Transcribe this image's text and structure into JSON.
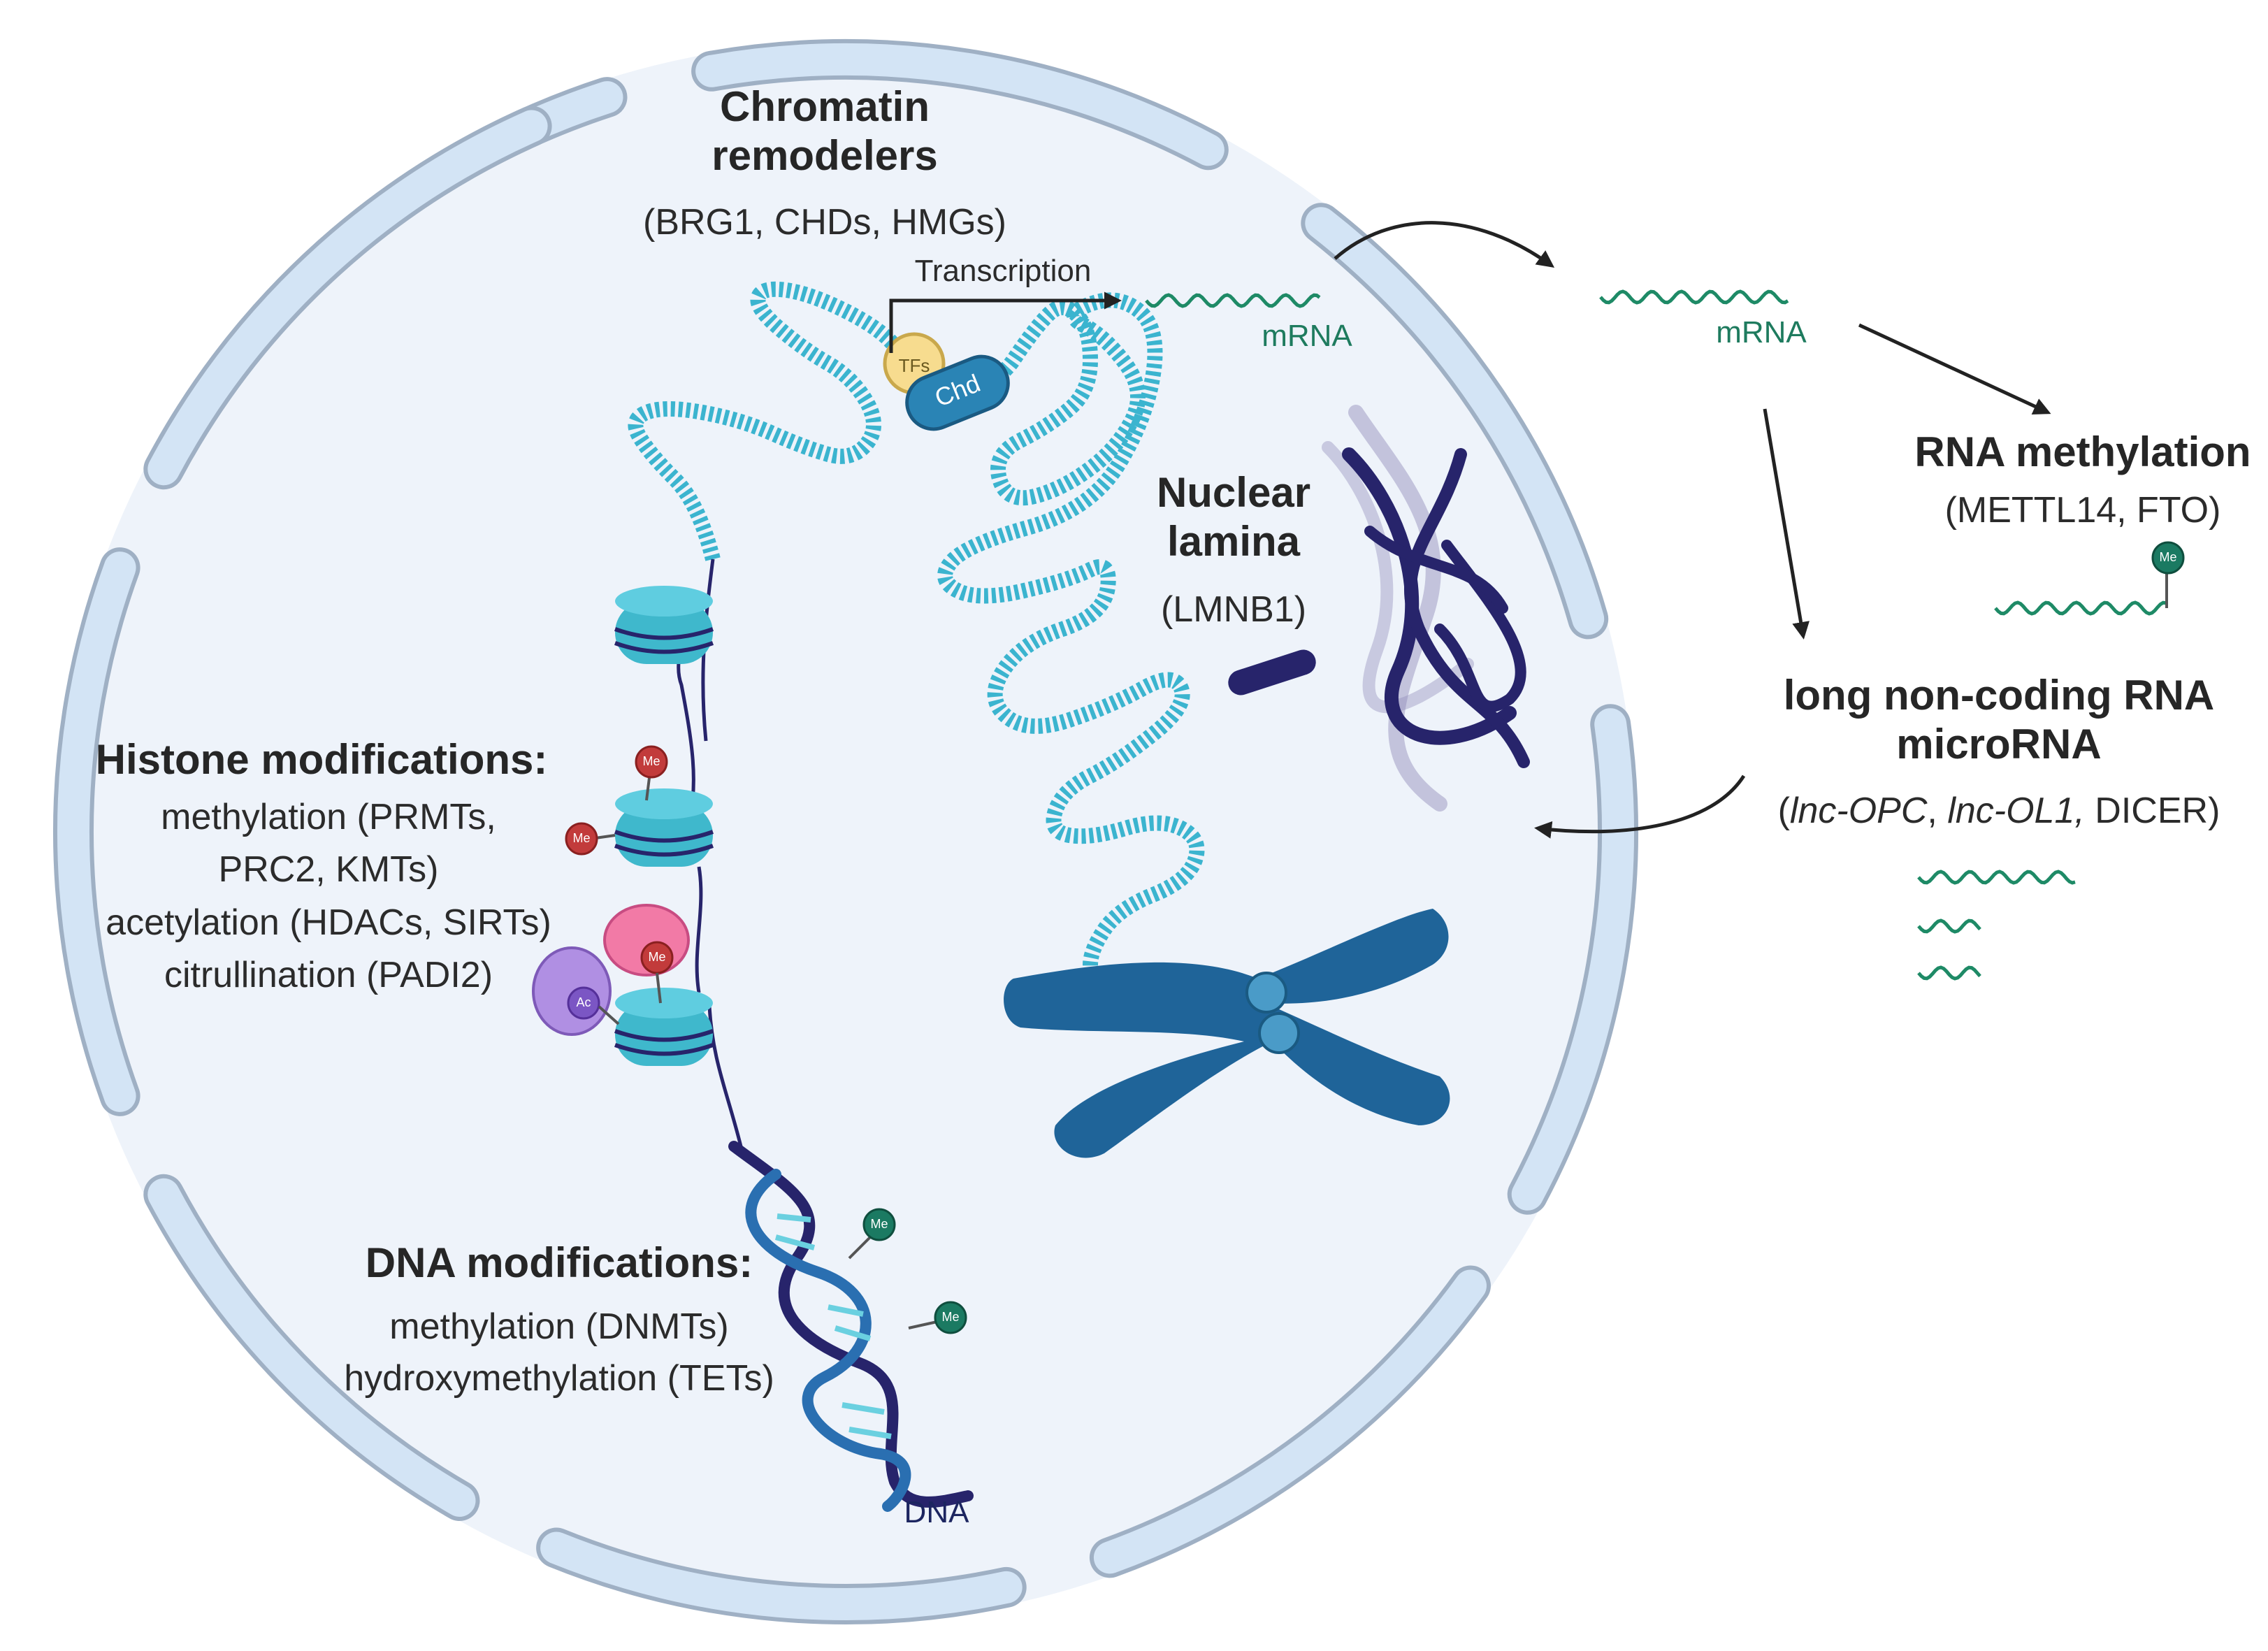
{
  "chromatin_remodelers": {
    "title_line1": "Chromatin",
    "title_line2": "remodelers",
    "examples": "(BRG1, CHDs, HMGs)"
  },
  "transcription": {
    "label": "Transcription",
    "tfs_label": "TFs",
    "chd_label": "Chd",
    "mrna_inside": "mRNA",
    "mrna_outside": "mRNA"
  },
  "nuclear_lamina": {
    "title_line1": "Nuclear",
    "title_line2": "lamina",
    "examples": "(LMNB1)"
  },
  "histone_modifications": {
    "title": "Histone modifications:",
    "line1": "methylation (PRMTs,",
    "line2": "PRC2, KMTs)",
    "line3": "acetylation (HDACs, SIRTs)",
    "line4": "citrullination (PADI2)",
    "me_mark": "Me",
    "ac_mark": "Ac"
  },
  "dna_modifications": {
    "title": "DNA modifications:",
    "line1": "methylation (DNMTs)",
    "line2": "hydroxymethylation (TETs)",
    "dna_label": "DNA",
    "me_mark": "Me"
  },
  "rna_methylation": {
    "title": "RNA methylation",
    "examples": "(METTL14, FTO)",
    "me_mark": "Me"
  },
  "noncoding_rna": {
    "title_line1": "long non-coding RNA",
    "title_line2": "microRNA",
    "examples_open": "(",
    "examples_italic1": "lnc-OPC",
    "examples_sep": ", ",
    "examples_italic2": "lnc-OL1,",
    "examples_rest": " DICER)"
  },
  "colors": {
    "nucleoplasm": "#eef3fa",
    "envelope": "#d3e4f5",
    "envelope_stroke": "#9fb0c4",
    "chromatin_bead": "#3bb4cf",
    "nucleosome": "#3fb8cc",
    "chromosome": "#1f6499",
    "lamina": "#27246b",
    "mrna": "#1e8a66",
    "methyl_red": "#c23b3b",
    "methyl_green": "#1b7a62",
    "acetyl_purple": "#9a72d6",
    "pink_enzyme": "#f27aa6",
    "arrow": "#222222"
  }
}
